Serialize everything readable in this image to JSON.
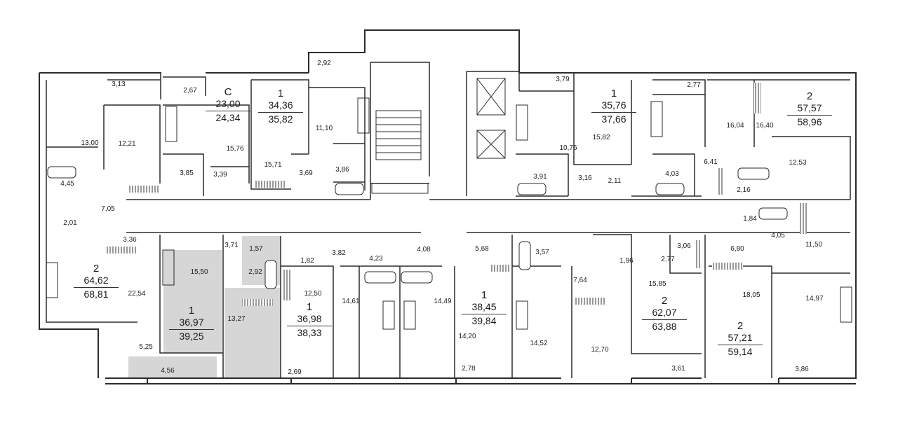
{
  "apartments": [
    {
      "id": "apt-c",
      "type": "С",
      "area": "23,00",
      "total": "24,34"
    },
    {
      "id": "apt-1a",
      "type": "1",
      "area": "34,36",
      "total": "35,82"
    },
    {
      "id": "apt-1b",
      "type": "1",
      "area": "35,76",
      "total": "37,66"
    },
    {
      "id": "apt-2a",
      "type": "2",
      "area": "57,57",
      "total": "58,96"
    },
    {
      "id": "apt-2b",
      "type": "2",
      "area": "64,62",
      "total": "68,81"
    },
    {
      "id": "apt-1c",
      "type": "1",
      "area": "36,97",
      "total": "39,25"
    },
    {
      "id": "apt-1d",
      "type": "1",
      "area": "36,98",
      "total": "38,33"
    },
    {
      "id": "apt-1e",
      "type": "1",
      "area": "38,45",
      "total": "39,84"
    },
    {
      "id": "apt-2c",
      "type": "2",
      "area": "62,07",
      "total": "63,88"
    },
    {
      "id": "apt-2d",
      "type": "2",
      "area": "57,21",
      "total": "59,14"
    }
  ],
  "room_areas": [
    "3,13",
    "2,67",
    "2,92",
    "13,00",
    "12,21",
    "15,76",
    "11,10",
    "15,71",
    "3,85",
    "3,39",
    "3,69",
    "3,86",
    "4,45",
    "7,05",
    "2,01",
    "3,36",
    "22,54",
    "5,25",
    "4,56",
    "15,50",
    "13,27",
    "3,71",
    "1,57",
    "2,92",
    "1,82",
    "3,82",
    "12,50",
    "2,69",
    "14,61",
    "4,23",
    "4,08",
    "14,49",
    "5,68",
    "14,20",
    "2,78",
    "3,57",
    "14,52",
    "7,64",
    "12,70",
    "1,96",
    "2,77",
    "3,06",
    "15,85",
    "3,61",
    "3,79",
    "10,76",
    "15,82",
    "3,91",
    "3,16",
    "2,11",
    "4,03",
    "2,77",
    "16,04",
    "16,40",
    "6,41",
    "2,16",
    "12,53",
    "1,84",
    "4,05",
    "11,50",
    "6,80",
    "18,05",
    "14,97",
    "3,86"
  ],
  "colors": {
    "wall": "#2b2b2b",
    "highlight": "#d6d6d6",
    "text": "#222222"
  }
}
